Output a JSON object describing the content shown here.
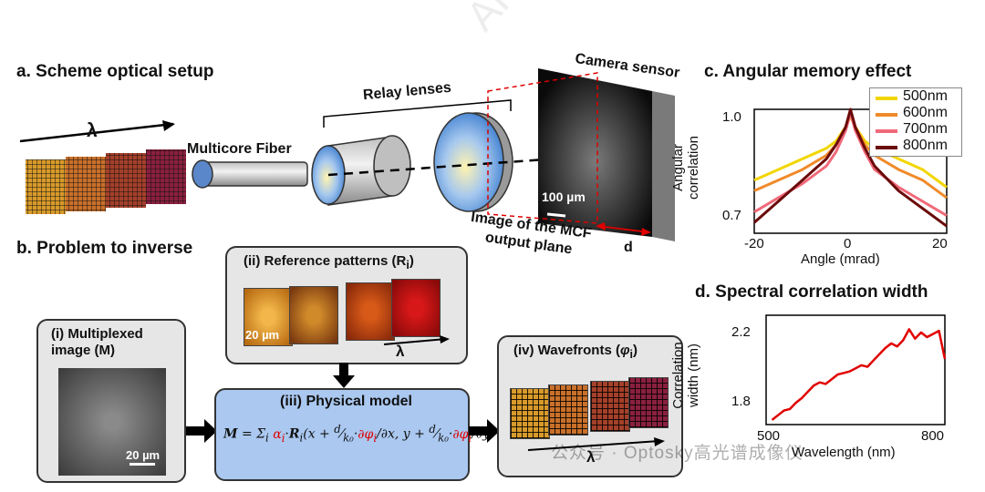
{
  "watermark": {
    "top": "ARTICLE IN PRESS",
    "bottom": "公众号 · Optosky高光谱成像仪"
  },
  "panel_a": {
    "heading": "a. Scheme optical setup",
    "lambda": "λ",
    "fiber_label": "Multicore Fiber",
    "relay_label": "Relay lenses",
    "camera_label": "Camera sensor",
    "scale_label": "100 µm",
    "image_label": "Image of the MCF\noutput plane",
    "distance_label": "d"
  },
  "panel_b": {
    "heading": "b. Problem to inverse",
    "multiplexed_title": "(i) Multiplexed image (M)",
    "multiplexed_scale": "20 µm",
    "reference_title": "(ii) Reference patterns (R",
    "reference_sub": "i",
    "reference_close": ")",
    "reference_scale": "20 µm",
    "reference_lambda": "λ",
    "model_title": "(iii) Physical model",
    "wavefronts_title": "(iv) Wavefronts (",
    "wavefronts_phi": "φ",
    "wavefronts_sub": "i",
    "wavefronts_close": ")",
    "wavefronts_lambda": "λ"
  },
  "panel_c": {
    "heading": "c. Angular memory effect",
    "chart_data": {
      "type": "line",
      "xlabel": "Angle (mrad)",
      "ylabel": "Angular correlation",
      "xlim": [
        -20,
        20
      ],
      "ylim": [
        0.65,
        1.0
      ],
      "xticks": [
        "-20",
        "0",
        "20"
      ],
      "yticks": [
        "1.0",
        "0.7"
      ],
      "legend_position": "top-right",
      "series": [
        {
          "name": "500nm",
          "color": "#f2d600",
          "x": [
            -20,
            -15,
            -10,
            -5,
            -3,
            -1,
            0,
            1,
            3,
            5,
            10,
            15,
            20
          ],
          "y": [
            0.8,
            0.83,
            0.86,
            0.89,
            0.91,
            0.95,
            0.98,
            0.95,
            0.91,
            0.89,
            0.86,
            0.83,
            0.78
          ]
        },
        {
          "name": "600nm",
          "color": "#f08a2a",
          "x": [
            -20,
            -15,
            -10,
            -5,
            -3,
            -1,
            0,
            1,
            3,
            5,
            10,
            15,
            20
          ],
          "y": [
            0.77,
            0.8,
            0.83,
            0.87,
            0.9,
            0.95,
            0.99,
            0.95,
            0.9,
            0.87,
            0.83,
            0.8,
            0.75
          ]
        },
        {
          "name": "700nm",
          "color": "#f06a7a",
          "x": [
            -20,
            -15,
            -10,
            -5,
            -3,
            -1,
            0,
            1,
            3,
            5,
            10,
            15,
            20
          ],
          "y": [
            0.71,
            0.75,
            0.79,
            0.84,
            0.88,
            0.94,
            0.99,
            0.94,
            0.88,
            0.83,
            0.78,
            0.74,
            0.7
          ]
        },
        {
          "name": "800nm",
          "color": "#6b0a0a",
          "x": [
            -20,
            -15,
            -10,
            -5,
            -3,
            -1,
            0,
            1,
            3,
            5,
            10,
            15,
            20
          ],
          "y": [
            0.68,
            0.74,
            0.8,
            0.86,
            0.9,
            0.95,
            1.0,
            0.95,
            0.89,
            0.84,
            0.77,
            0.72,
            0.67
          ]
        }
      ]
    }
  },
  "panel_d": {
    "heading": "d. Spectral correlation width",
    "chart_data": {
      "type": "line",
      "xlabel": "Wavelength (nm)",
      "ylabel": "Correlation width (nm)",
      "xlim": [
        500,
        800
      ],
      "ylim": [
        1.63,
        2.33
      ],
      "xticks": [
        "500",
        "800"
      ],
      "yticks": [
        "2.2",
        "1.8"
      ],
      "series": [
        {
          "color": "#e00000",
          "x": [
            510,
            520,
            530,
            540,
            550,
            560,
            570,
            580,
            590,
            600,
            610,
            620,
            630,
            640,
            650,
            660,
            670,
            680,
            690,
            700,
            710,
            720,
            730,
            740,
            750,
            760,
            770,
            780,
            790,
            800
          ],
          "y": [
            1.66,
            1.69,
            1.72,
            1.73,
            1.77,
            1.8,
            1.84,
            1.88,
            1.9,
            1.89,
            1.92,
            1.95,
            1.96,
            1.97,
            1.99,
            2.01,
            2.0,
            2.04,
            2.08,
            2.12,
            2.15,
            2.13,
            2.17,
            2.24,
            2.18,
            2.22,
            2.19,
            2.21,
            2.23,
            2.05
          ]
        }
      ]
    }
  }
}
